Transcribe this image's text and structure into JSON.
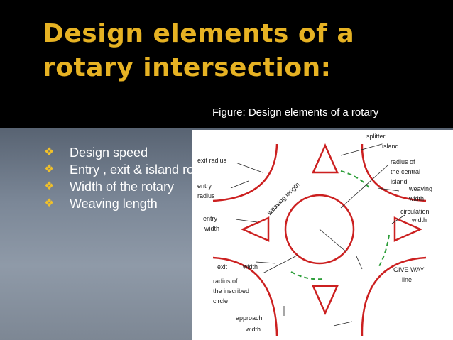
{
  "slide": {
    "title": "Design elements of a rotary intersection:",
    "caption": "Figure: Design elements of a rotary",
    "bullets": [
      "Design speed",
      "Entry , exit & island rotary",
      "Width of the rotary",
      "Weaving length"
    ],
    "bullet_icon": "diamond-flower-icon",
    "colors": {
      "title": "#e6b223",
      "bullet_mark": "#f0c02a",
      "road_edge": "#cc2020",
      "weaving_path": "#2e9e3a"
    }
  },
  "diagram": {
    "labels": {
      "splitter": "splitter",
      "island": "island",
      "exit_radius": "exit radius",
      "radius_of": "radius of",
      "the_central": "the central",
      "island2": "island",
      "entry": "entry",
      "radius": "radius",
      "weaving_length": "weaving length",
      "weaving": "weaving",
      "width1": "width",
      "circulation": "circulation",
      "width2": "width",
      "entry2": "entry",
      "width3": "width",
      "exit": "exit",
      "width4": "width",
      "give_way": "GIVE WAY",
      "line": "line",
      "radius_of2": "radius of",
      "the_inscribed": "the inscribed",
      "circle": "circle",
      "approach": "approach",
      "width5": "width"
    }
  }
}
